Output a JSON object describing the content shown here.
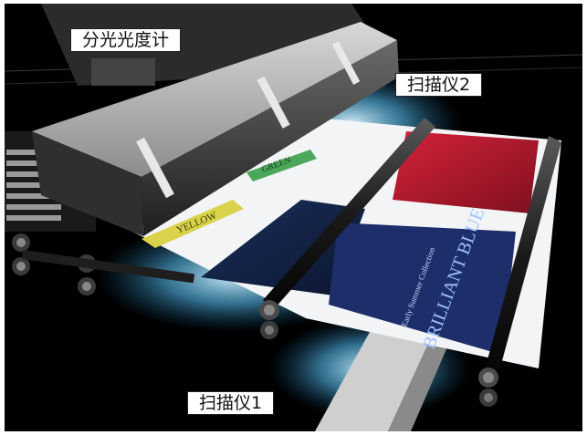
{
  "labels": {
    "spectrophotometer": "分光光度计",
    "scanner2": "扫描仪2",
    "scanner1": "扫描仪1"
  },
  "print_text": {
    "yellow": "YELLOW",
    "green": "GREEN",
    "brilliant_blue": "BRILLIANT BLUE",
    "collection": "Early Summer Collection"
  },
  "colors": {
    "background": "#000000",
    "label_bg": "#ffffff",
    "glow": "#7fd6ff"
  }
}
